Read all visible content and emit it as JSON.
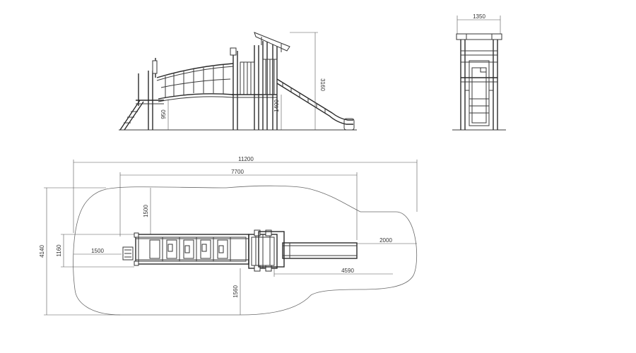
{
  "dimensions": {
    "side_height": "3160",
    "side_platform": "1400",
    "side_low_platform": "950",
    "front_width": "1350",
    "plan_overall_length": "11200",
    "plan_structure_length": "7700",
    "plan_top_clearance": "1500",
    "plan_left_clearance": "1500",
    "plan_slide_runout": "2000",
    "plan_slide_length": "4590",
    "plan_overall_width": "4140",
    "plan_structure_width": "1160",
    "plan_bottom_clearance": "1560"
  },
  "colors": {
    "line": "#3a3a3a",
    "dimension": "#555555",
    "background": "#ffffff"
  }
}
